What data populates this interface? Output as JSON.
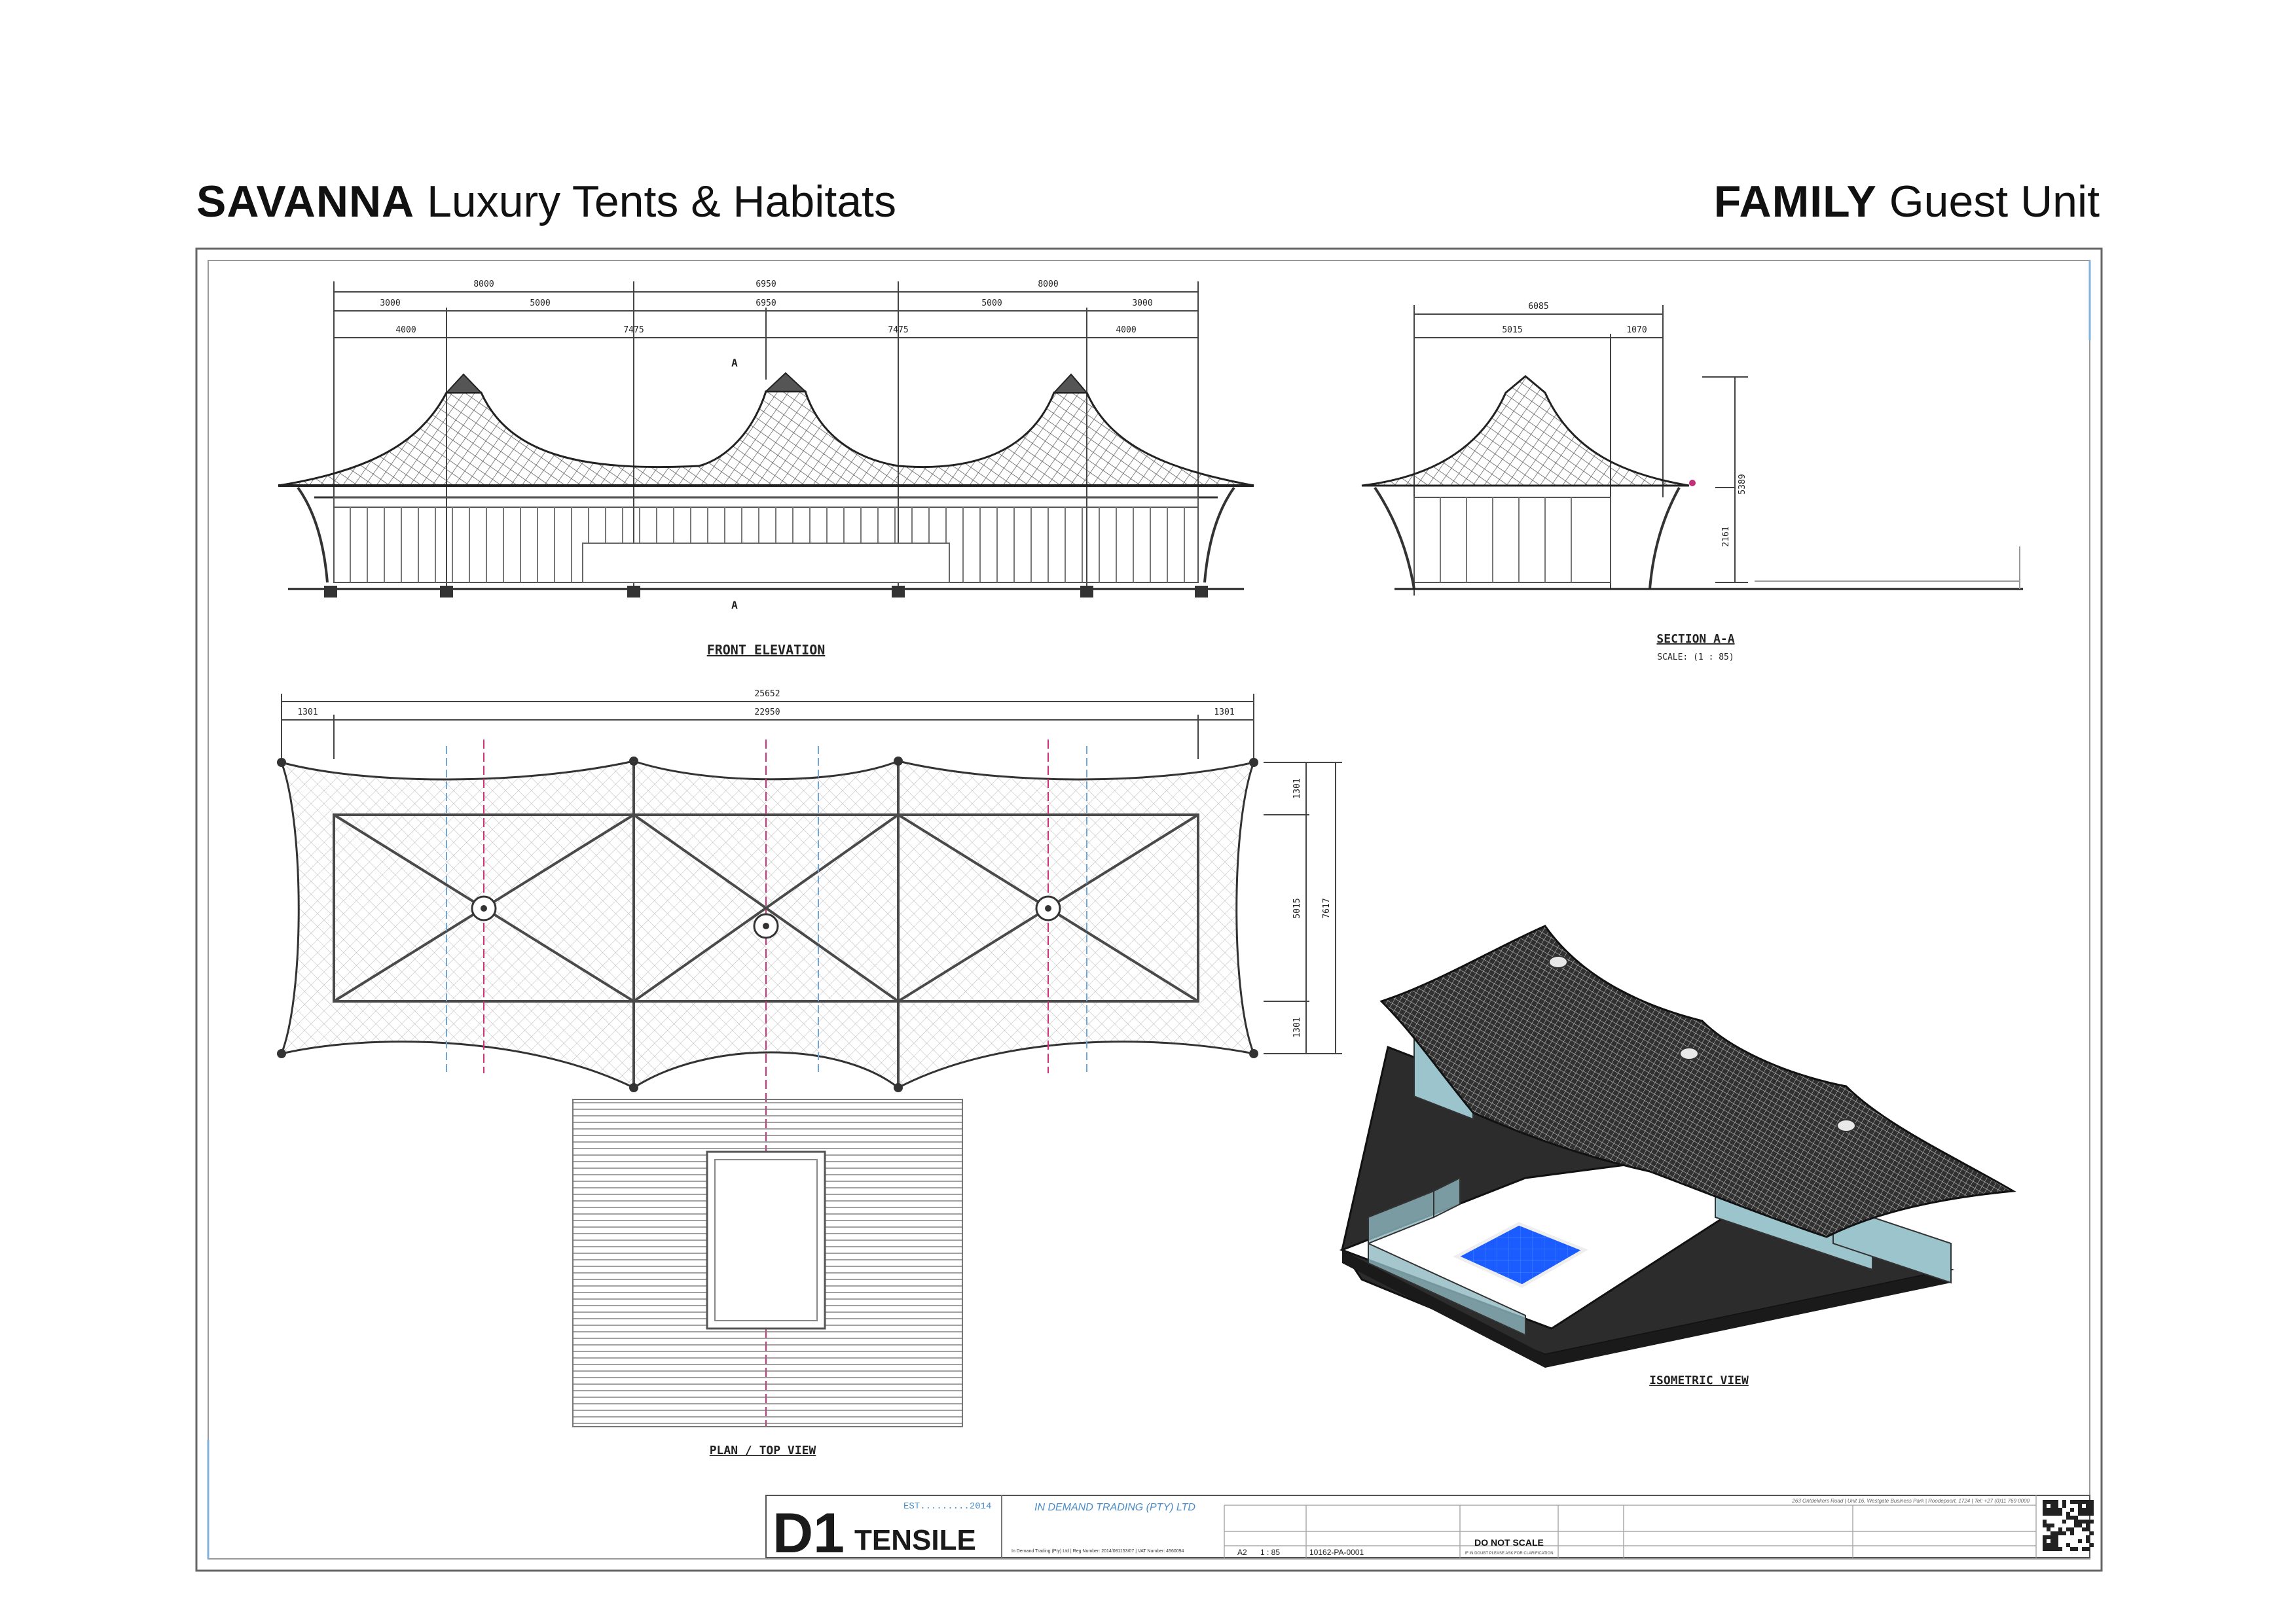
{
  "header": {
    "left_brand": "SAVANNA",
    "left_subtitle": "Luxury Tents & Habitats",
    "right_brand": "FAMILY",
    "right_subtitle": "Guest Unit"
  },
  "front_elevation": {
    "title": "FRONT ELEVATION",
    "dims_row1": [
      "8000",
      "6950",
      "8000"
    ],
    "dims_row2": [
      "3000",
      "5000",
      "6950",
      "5000",
      "3000"
    ],
    "dims_row3": [
      "4000",
      "7475",
      "7475",
      "4000"
    ],
    "section_marker": "A"
  },
  "section": {
    "title": "SECTION A-A",
    "scale": "SCALE: (1 : 85)",
    "dims_top": [
      "6085"
    ],
    "dims_second": [
      "5015",
      "1070"
    ],
    "height_total": "5389",
    "height_eave": "2161"
  },
  "plan": {
    "title": "PLAN / TOP VIEW",
    "overall": "25652",
    "inner": "22950",
    "edge_left": "1301",
    "edge_right": "1301",
    "right_dims": [
      "1301",
      "5015",
      "1301"
    ],
    "right_overall": "7617"
  },
  "isometric": {
    "title": "ISOMETRIC VIEW"
  },
  "title_block": {
    "logo_main": "D1",
    "logo_word": "TENSILE",
    "logo_est": "EST.........2014",
    "company": "IN DEMAND TRADING (PTY) LTD",
    "address": "263 Ontdekkers Road | Unit 16, Westgate Business Park | Roodepoort, 1724 | Tel: +27 (0)11 769 0000",
    "reg": "In Demand Trading (Pty) Ltd | Reg Number: 2014/081153/07 | VAT Number: 4560094",
    "size": "A2",
    "scale": "1 : 85",
    "drawing_no": "10162-PA-0001",
    "do_not_scale": "DO NOT SCALE",
    "do_not_scale_sub": "IF IN DOUBT PLEASE ASK FOR CLARIFICATION"
  },
  "colors": {
    "frame": "#555555",
    "fabric": "#3a3a3a",
    "pool": "#1a5cff",
    "axis_pink": "#d0307a",
    "axis_cyan": "#6fa8d8"
  }
}
